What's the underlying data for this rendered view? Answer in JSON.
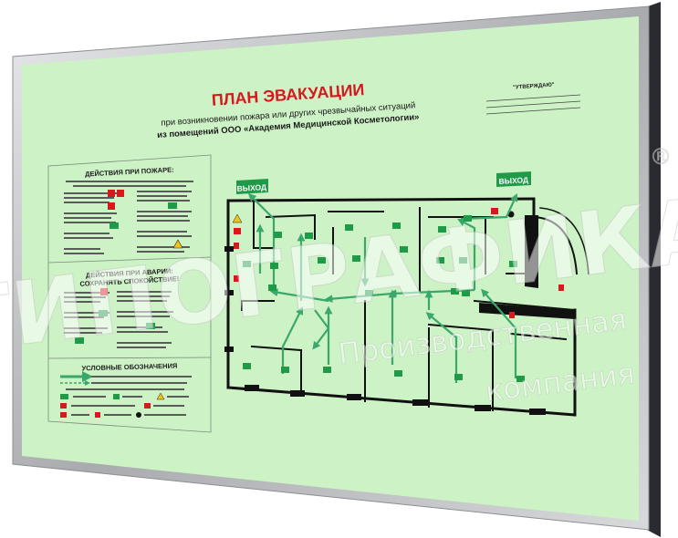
{
  "plan": {
    "title": "ПЛАН ЭВАКУАЦИИ",
    "subtitle_line1": "при возникновении пожара или других чрезвычайных ситуаций",
    "subtitle_line2": "из помещений ООО «Академия Медицинской Косметологии»",
    "approval": "\"УТВЕРЖДАЮ\""
  },
  "exits": {
    "left_label": "ВЫХОД",
    "right_label": "ВЫХОД"
  },
  "panels": {
    "fire_heading": "ДЕЙСТВИЯ ПРИ ПОЖАРЕ:",
    "accident_heading_line1": "ДЕЙСТВИЯ ПРИ АВАРИИ:",
    "accident_heading_line2": "СОХРАНЯТЬ СПОКОЙСТВИЕ!",
    "legend_heading": "УСЛОВНЫЕ ОБОЗНАЧЕНИЯ"
  },
  "watermark": {
    "brand": "ТИПОГРАФИКА",
    "registered": "®",
    "tagline_line1": "Производственная",
    "tagline_line2": "компания"
  },
  "colors": {
    "board": "#cdf2c6",
    "frame": "#c4c6c9",
    "frame_dark": "#2a2b30",
    "title_red": "#d7191f",
    "exit_green": "#1e9a48",
    "route_green": "#3aa86a",
    "wall": "#111111"
  }
}
